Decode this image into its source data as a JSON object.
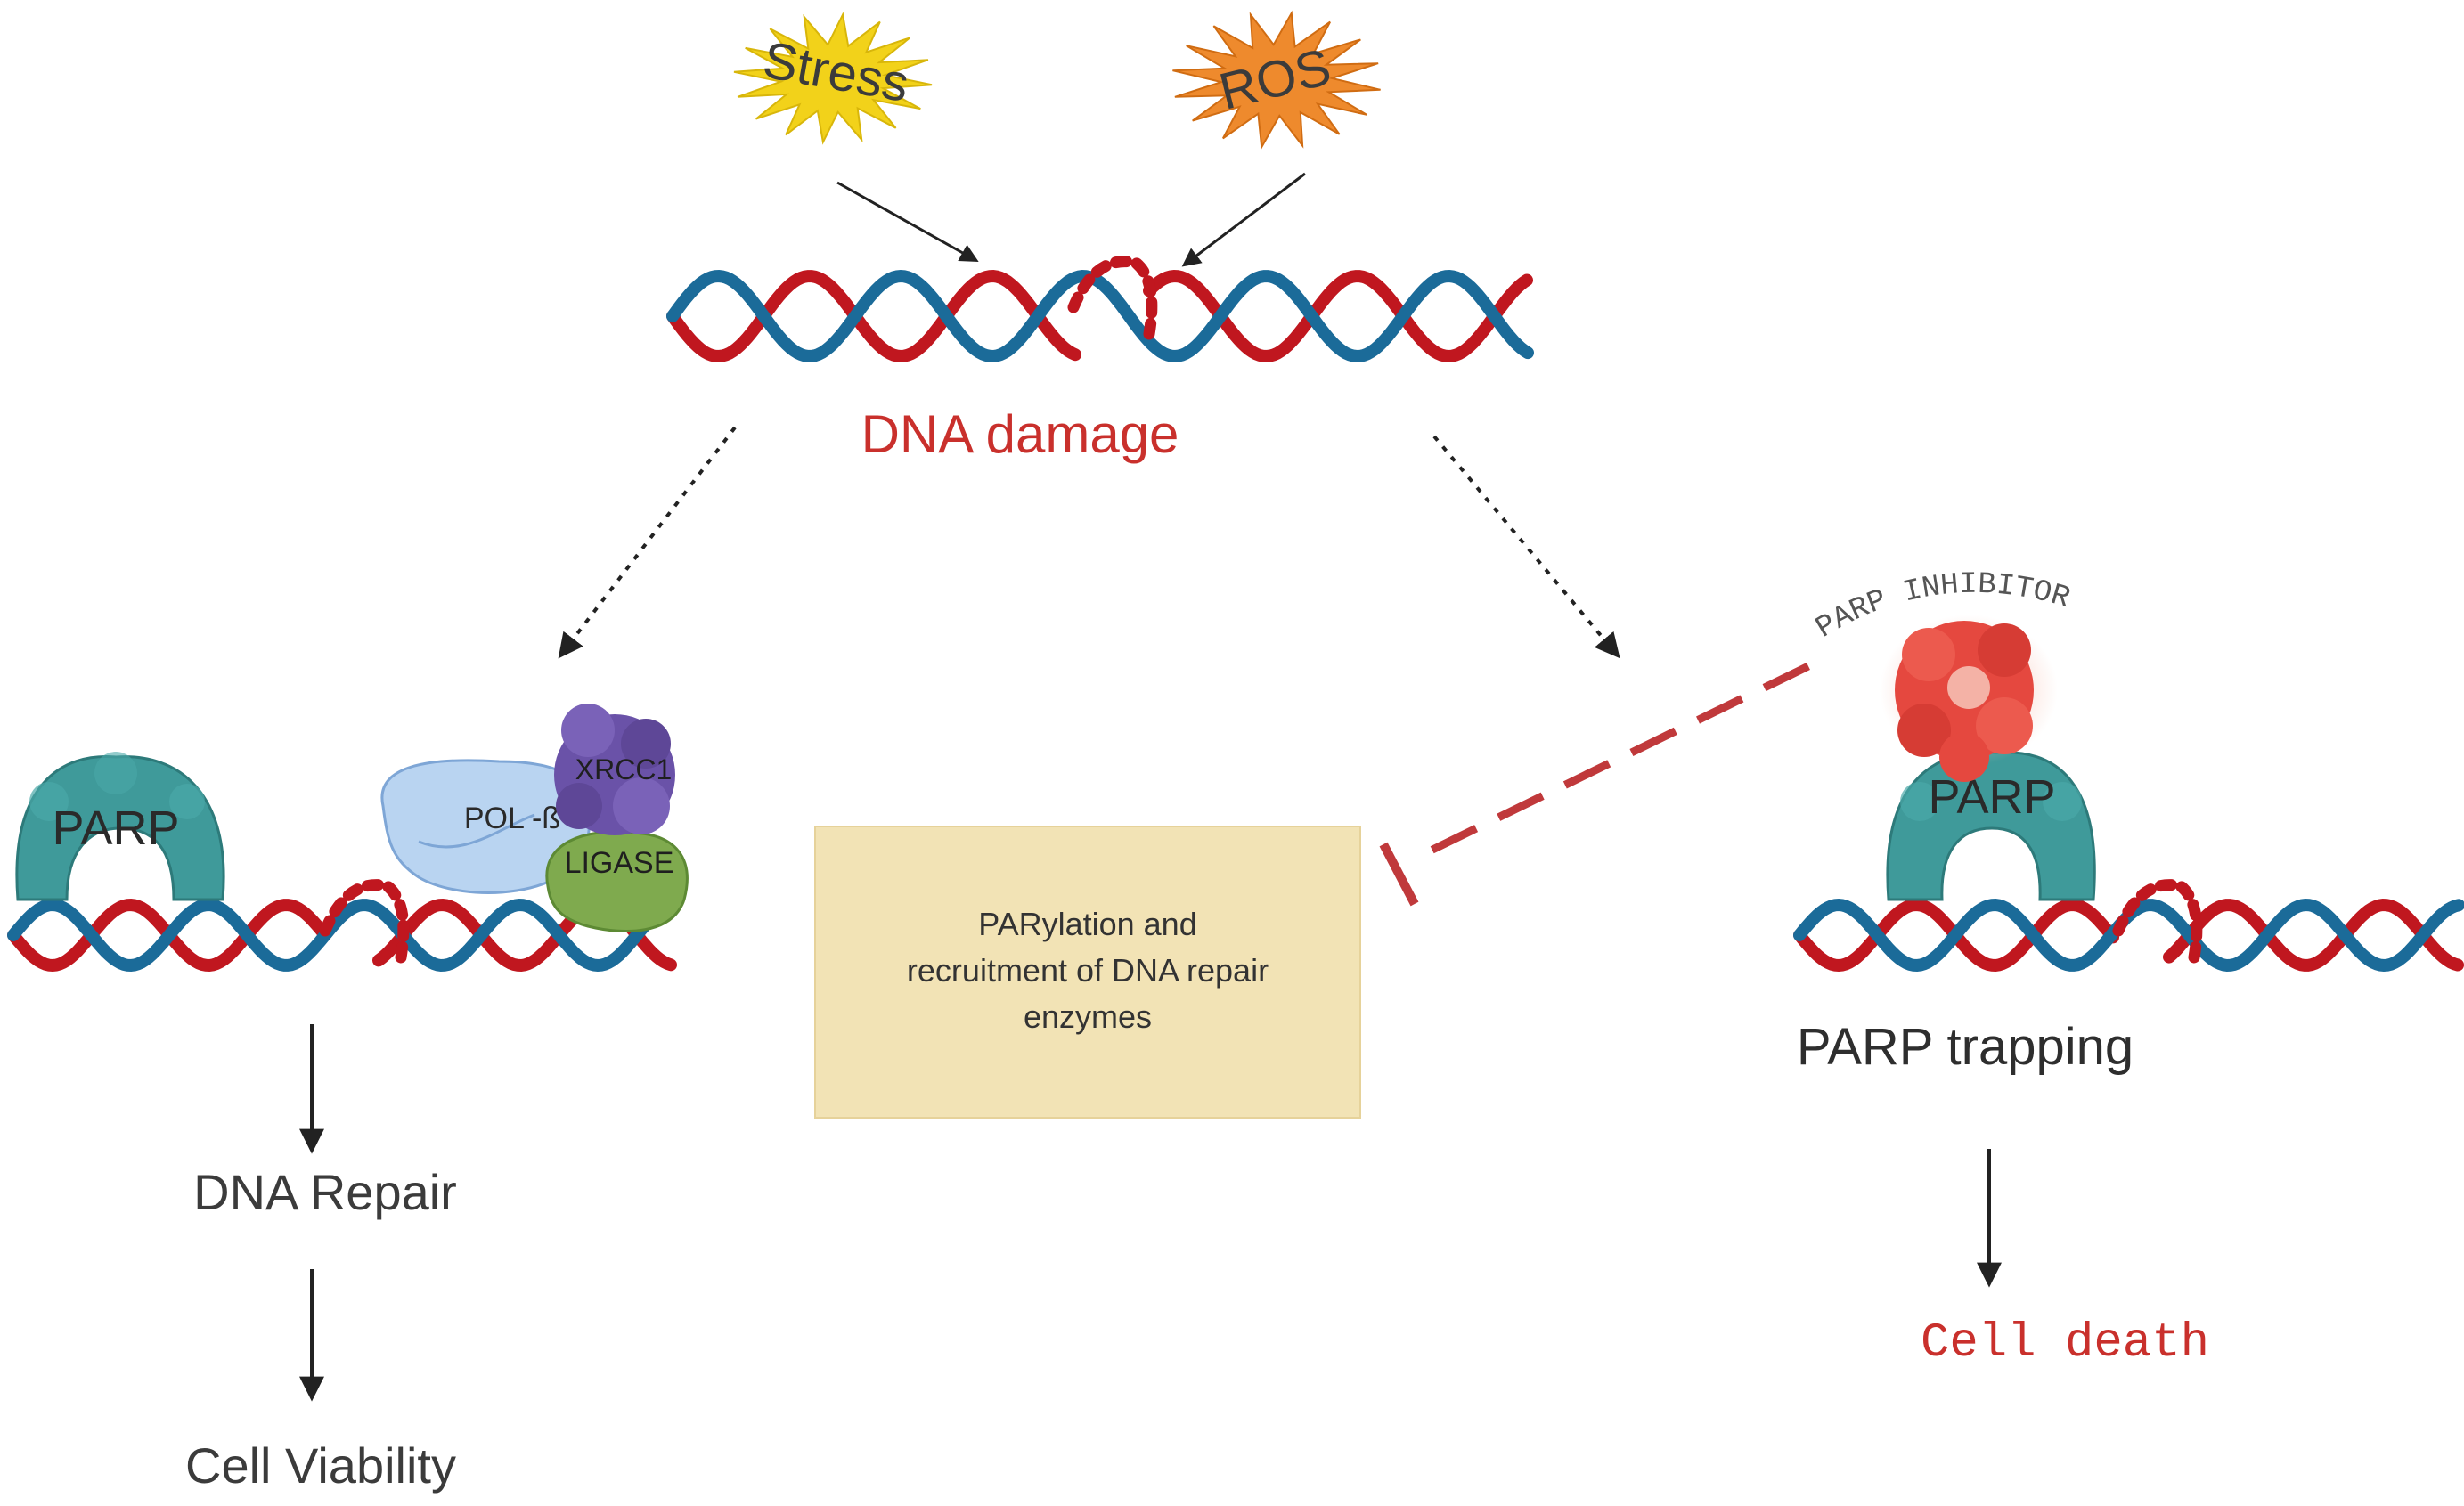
{
  "triggers": {
    "stress": "Stress",
    "ros": "ROS"
  },
  "center": {
    "dna_damage": "DNA damage",
    "box_text": [
      "PARylation and",
      "recruitment of DNA repair",
      "enzymes"
    ]
  },
  "left": {
    "parp": "PARP",
    "pol": "POL -ß",
    "xrcc1": "XRCC1",
    "ligase": "LIGASE",
    "dna_repair": "DNA Repair",
    "cell_viability": "Cell Viability"
  },
  "right": {
    "inhibitor": "PARP INHIBITOR",
    "parp": "PARP",
    "trapping": "PARP trapping",
    "cell_death": "Cell death"
  },
  "colors": {
    "dna_red": "#c0171f",
    "dna_blue": "#1b6b99",
    "parp_teal": "#3f9a9a",
    "stress_yellow": "#f2d21a",
    "ros_orange": "#ee8a2d",
    "box_fill": "#f2e3b5",
    "inhibitor_red": "#e5483f",
    "text_red": "#c9302c",
    "text_dark": "#3b3b3b"
  }
}
